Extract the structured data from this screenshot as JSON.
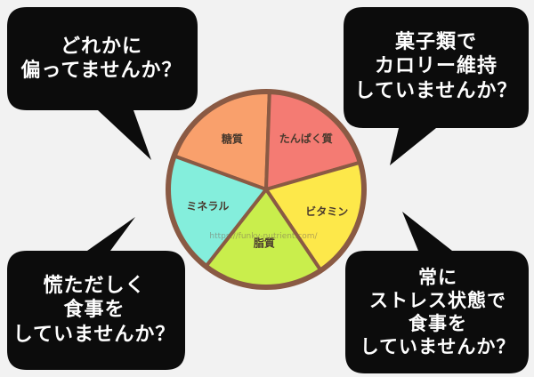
{
  "bubbles": {
    "top_left": [
      "どれかに",
      "偏ってませんか？"
    ],
    "top_right": [
      "菓子類で",
      "カロリー維持",
      "していませんか？"
    ],
    "bottom_left": [
      "慌ただしく",
      "食事を",
      "していませんか？"
    ],
    "bottom_right": [
      "常に",
      "ストレス状態で",
      "食事を",
      "していませんか？"
    ]
  },
  "pie": {
    "segments": [
      {
        "label": "糖質",
        "value": 0.2,
        "color": "#f9a06c"
      },
      {
        "label": "たんぱく質",
        "value": 0.2,
        "color": "#f47b73"
      },
      {
        "label": "ビタミン",
        "value": 0.2,
        "color": "#fde84a"
      },
      {
        "label": "脂質",
        "value": 0.2,
        "color": "#c9ee4c"
      },
      {
        "label": "ミネラル",
        "value": 0.2,
        "color": "#84eedc"
      }
    ],
    "border_color": "#8a5a44"
  },
  "watermark": "https://funky-nutrient.com/",
  "colors": {
    "bubble": "#0c0c0c",
    "background": "#f2f2f2"
  }
}
